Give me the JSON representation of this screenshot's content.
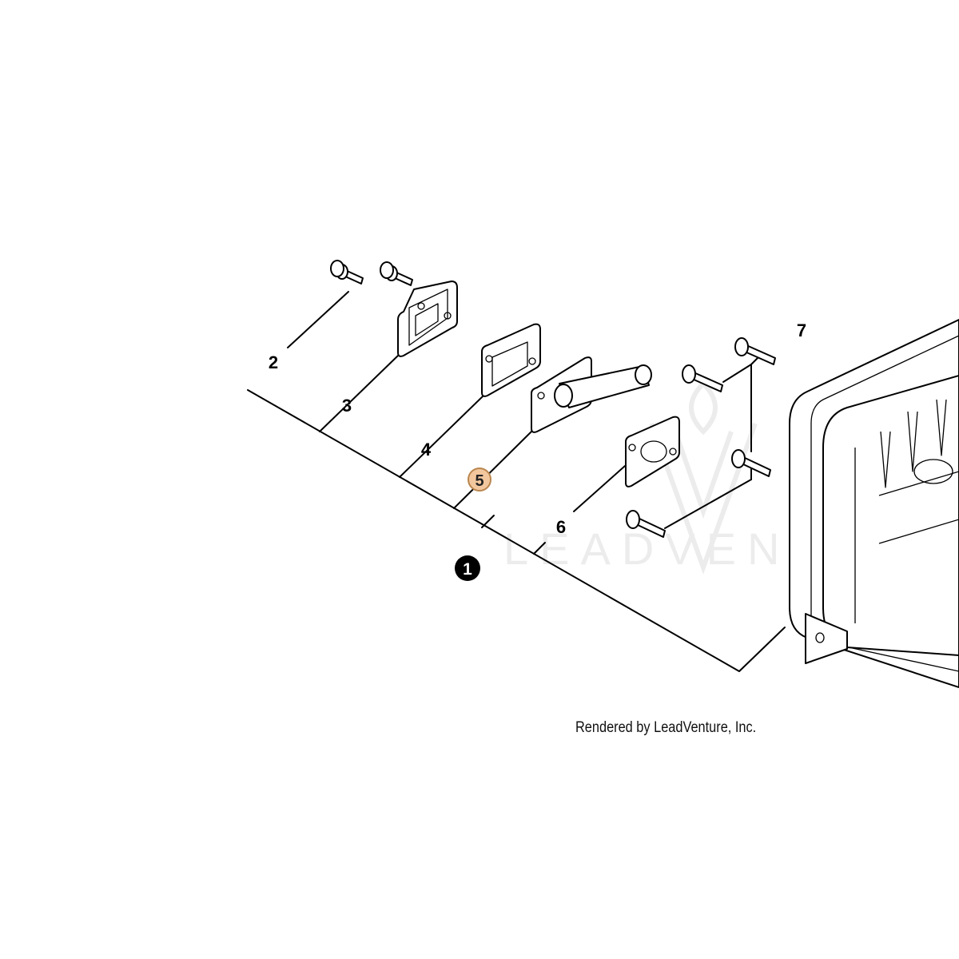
{
  "diagram": {
    "callouts": [
      {
        "id": "1",
        "label": "1",
        "style": "filled-black"
      },
      {
        "id": "2",
        "label": "2",
        "style": "plain"
      },
      {
        "id": "3",
        "label": "3",
        "style": "plain"
      },
      {
        "id": "4",
        "label": "4",
        "style": "plain"
      },
      {
        "id": "5",
        "label": "5",
        "style": "highlighted-orange"
      },
      {
        "id": "6",
        "label": "6",
        "style": "plain"
      },
      {
        "id": "7",
        "label": "7",
        "style": "plain"
      }
    ],
    "watermark": "LEADVENTURE",
    "caption": "Rendered by LeadVenture, Inc.",
    "colors": {
      "line": "#000000",
      "highlight_fill": "#f3c79e",
      "highlight_stroke": "#b9864f",
      "watermark": "#ececec"
    }
  }
}
